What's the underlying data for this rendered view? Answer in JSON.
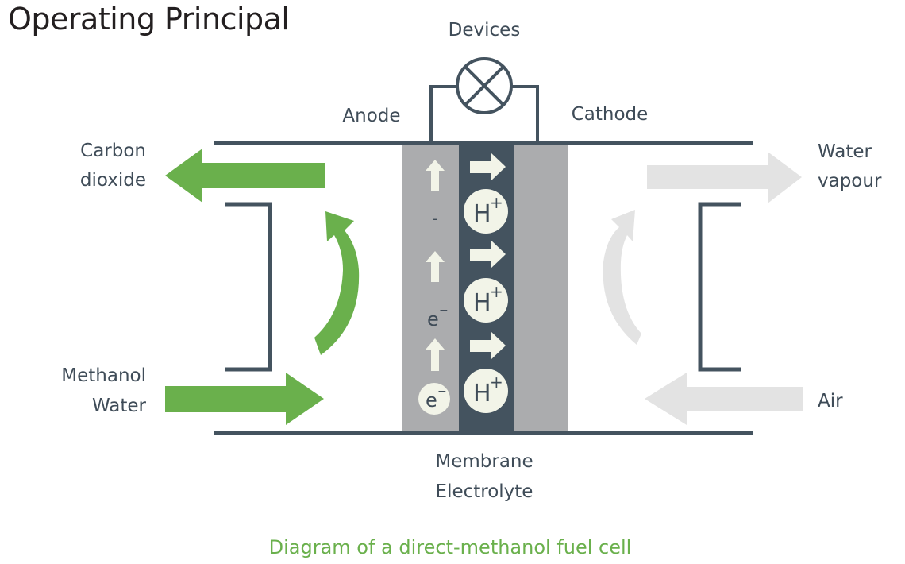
{
  "title": "Operating Principal",
  "labels": {
    "devices": "Devices",
    "anode": "Anode",
    "cathode": "Cathode",
    "carbon_dioxide": [
      "Carbon",
      "dioxide"
    ],
    "methanol_water": [
      "Methanol",
      "Water"
    ],
    "water_vapour": [
      "Water",
      "vapour"
    ],
    "air": "Air",
    "membrane_electrolyte": [
      "Membrane",
      "Electrolyte"
    ]
  },
  "ions": {
    "proton": "H",
    "proton_charge": "+",
    "electron": "e",
    "electron_charge": "−",
    "minus": "-"
  },
  "caption": "Diagram of a direct-methanol fuel cell",
  "colors": {
    "green": "#6ab04c",
    "dark": "#44535f",
    "gray_layer": "#abacae",
    "light_arrow": "#e3e3e3",
    "ion_fill": "#f2f4e8"
  }
}
